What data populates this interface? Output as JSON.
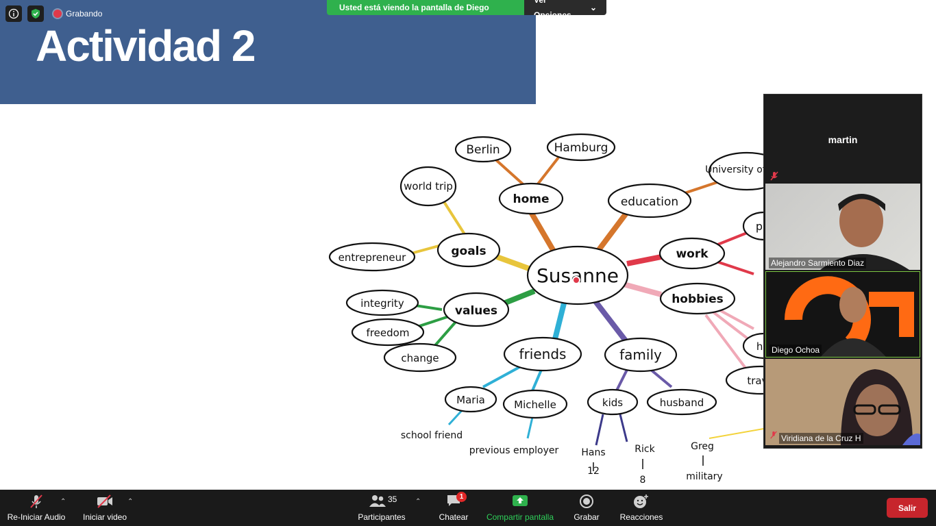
{
  "slide": {
    "title": "Actividad 2"
  },
  "status": {
    "recording_label": "Grabando"
  },
  "share_banner": {
    "text": "Usted está viendo la pantalla de Diego Ochoa",
    "options_label": "Ver Opciones"
  },
  "mindmap": {
    "center": "Susanne",
    "nodes": {
      "home": "home",
      "berlin": "Berlin",
      "hamburg": "Hamburg",
      "education": "education",
      "university": "University of Berlin",
      "goals": "goals",
      "world_trip": "world trip",
      "entrepreneur": "entrepreneur",
      "values": "values",
      "integrity": "integrity",
      "freedom": "freedom",
      "change": "change",
      "friends": "friends",
      "maria": "Maria",
      "michelle": "Michelle",
      "school_friend": "school friend",
      "previous_employer": "previous employer",
      "family": "family",
      "kids": "kids",
      "husband": "husband",
      "hans": "Hans",
      "hans_age": "12",
      "rick": "Rick",
      "rick_age": "8",
      "greg": "Greg",
      "military": "military",
      "work": "work",
      "hobbies": "hobbies",
      "hiking": "hik",
      "travel": "trave",
      "p_partial": "p"
    }
  },
  "participants_panel": {
    "tiles": [
      {
        "name": "martin",
        "muted": true
      },
      {
        "name": "Alejandro Sarmiento Diaz",
        "muted": false
      },
      {
        "name": "Diego Ochoa",
        "muted": false,
        "active_speaker": true
      },
      {
        "name": "Viridiana de la Cruz H",
        "muted": true
      }
    ]
  },
  "toolbar": {
    "audio_label": "Re-Iniciar Audio",
    "video_label": "Iniciar video",
    "participants_label": "Participantes",
    "participants_count": "35",
    "chat_label": "Chatear",
    "chat_badge": "1",
    "share_label": "Compartir pantalla",
    "record_label": "Grabar",
    "reactions_label": "Reacciones",
    "exit_label": "Salir"
  },
  "colors": {
    "share_green": "#2fb14d",
    "slide_blue": "#3f5f8f",
    "exit_red": "#c7252c",
    "toolbar_bg": "#1a1a1a"
  }
}
